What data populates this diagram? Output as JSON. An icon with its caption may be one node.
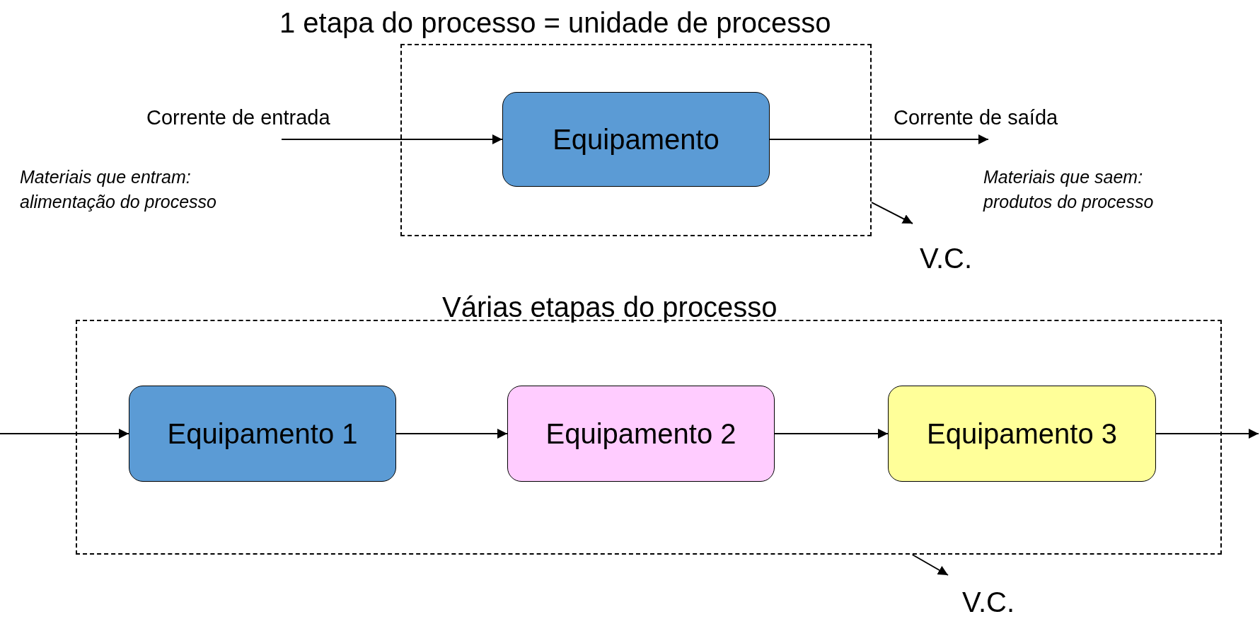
{
  "diagram": {
    "nodes": [
      {
        "text": [],
        "shape": "box"
      },
      {
        "text": [
          "Equipamento"
        ],
        "in": 0
      },
      {
        "text": [
          "V.C."
        ]
      },
      {
        "text": [],
        "shape": "box"
      },
      {
        "text": [
          "Equipamento 1"
        ],
        "in": 3
      },
      {
        "text": [
          "Equipamento 2"
        ],
        "in": 3
      },
      {
        "text": [
          "Equipamento 3"
        ],
        "in": 3
      },
      {
        "text": [
          "V.C."
        ]
      }
    ],
    "edges": [
      {
        "from": null,
        "to": 1,
        "arrow": "to",
        "label": "Corrente de entrada"
      },
      {
        "from": 1,
        "to": null,
        "arrow": "to",
        "label": "Corrente de saída"
      },
      {
        "from": 0,
        "to": 2,
        "arrow": "to"
      },
      {
        "from": null,
        "to": 4,
        "arrow": "to"
      },
      {
        "from": 4,
        "to": 5,
        "arrow": "to"
      },
      {
        "from": 5,
        "to": 6,
        "arrow": "to"
      },
      {
        "from": 6,
        "to": null,
        "arrow": "to"
      },
      {
        "from": 3,
        "to": 7,
        "arrow": "to"
      }
    ],
    "labels": [
      "1 etapa do processo = unidade de processo",
      "Materiais que entram: alimentação do processo",
      "Materiais que saem: produtos do processo",
      "Várias etapas do processo"
    ]
  }
}
